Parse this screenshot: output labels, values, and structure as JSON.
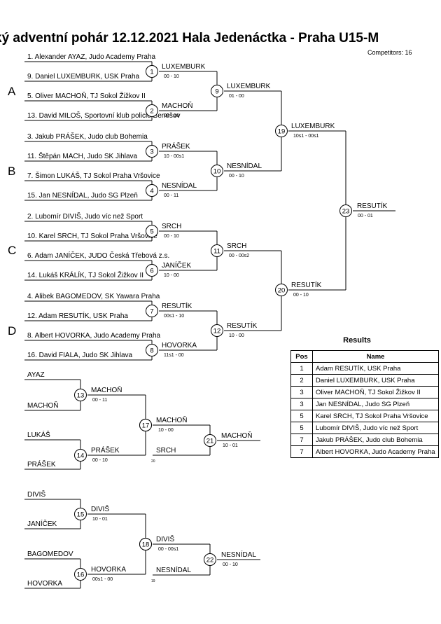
{
  "header": {
    "title": "ký adventní pohár  12.12.2021  Hala Jedenáctka - Praha   U15-M",
    "competitors": "Competitors: 16"
  },
  "pools": [
    "A",
    "B",
    "C",
    "D"
  ],
  "entries": [
    "1. Alexander AYAZ, Judo Academy Praha",
    "9. Daniel LUXEMBURK, USK Praha",
    "5. Oliver MACHOŇ, TJ Sokol Žižkov II",
    "13. David MILOŠ, Sportovní klub policie Benešov",
    "3. Jakub PRÁŠEK, Judo club Bohemia",
    "11. Štěpán MACH, Judo SK Jihlava",
    "7. Šimon LUKÁŠ, TJ Sokol Praha Vršovice",
    "15. Jan NESNÍDAL, Judo SG Plzeň",
    "2. Lubomír DIVIŠ, Judo víc než Sport",
    "10. Karel SRCH, TJ Sokol Praha Vršovice",
    "6. Adam JANÍČEK, JUDO Česká Třebová z.s.",
    "14. Lukáš KRÁLÍK, TJ Sokol Žižkov II",
    "4. Alibek BAGOMEDOV, SK Yawara Praha",
    "12. Adam RESUTÍK, USK Praha",
    "8. Albert HOVORKA, Judo Academy Praha",
    "16. David FIALA, Judo SK Jihlava"
  ],
  "matches": [
    {
      "num": "1",
      "winner": "LUXEMBURK",
      "score": "00 - 10"
    },
    {
      "num": "2",
      "winner": "MACHOŇ",
      "score": "00 - 10"
    },
    {
      "num": "3",
      "winner": "PRÁŠEK",
      "score": "10 - 00s1"
    },
    {
      "num": "4",
      "winner": "NESNÍDAL",
      "score": "00 - 11"
    },
    {
      "num": "5",
      "winner": "SRCH",
      "score": "00 - 10"
    },
    {
      "num": "6",
      "winner": "JANÍČEK",
      "score": "10 - 00"
    },
    {
      "num": "7",
      "winner": "RESUTÍK",
      "score": "00s1 - 10"
    },
    {
      "num": "8",
      "winner": "HOVORKA",
      "score": "11s1 - 00"
    },
    {
      "num": "9",
      "winner": "LUXEMBURK",
      "score": "01 - 00"
    },
    {
      "num": "10",
      "winner": "NESNÍDAL",
      "score": "00 - 10"
    },
    {
      "num": "11",
      "winner": "SRCH",
      "score": "00 - 00s2"
    },
    {
      "num": "12",
      "winner": "RESUTÍK",
      "score": "10 - 00"
    },
    {
      "num": "19",
      "winner": "LUXEMBURK",
      "score": "10s1 - 00s1"
    },
    {
      "num": "20",
      "winner": "RESUTÍK",
      "score": "00 - 10"
    },
    {
      "num": "23",
      "winner": "RESUTÍK",
      "score": "00 - 01"
    }
  ],
  "repechage": {
    "entries": [
      "AYAZ",
      "MACHOŇ",
      "LUKÁŠ",
      "PRÁŠEK",
      "DIVIŠ",
      "JANÍČEK",
      "BAGOMEDOV",
      "HOVORKA"
    ],
    "matches": [
      {
        "num": "13",
        "winner": "MACHOŇ",
        "score": "00 - 11"
      },
      {
        "num": "14",
        "winner": "PRÁŠEK",
        "score": "00 - 10"
      },
      {
        "num": "17",
        "winner": "MACHOŇ",
        "score": "10 - 00"
      },
      {
        "num": "21",
        "winner": "MACHOŇ",
        "score": "10 - 01"
      },
      {
        "num": "15",
        "winner": "DIVIŠ",
        "score": "10 - 01"
      },
      {
        "num": "16",
        "winner": "HOVORKA",
        "score": "00s1 - 00"
      },
      {
        "num": "18",
        "winner": "DIVIŠ",
        "score": "00 - 00s1"
      },
      {
        "num": "22",
        "winner": "NESNÍDAL",
        "score": "00 - 10"
      }
    ],
    "feeders": [
      {
        "name": "SRCH",
        "ref": "20"
      },
      {
        "name": "NESNÍDAL",
        "ref": "19"
      }
    ]
  },
  "results": {
    "title": "Results",
    "headers": {
      "pos": "Pos",
      "name": "Name"
    },
    "rows": [
      {
        "pos": "1",
        "name": "Adam RESUTÍK, USK Praha"
      },
      {
        "pos": "2",
        "name": "Daniel LUXEMBURK, USK Praha"
      },
      {
        "pos": "3",
        "name": "Oliver MACHOŇ, TJ Sokol Žižkov II"
      },
      {
        "pos": "3",
        "name": "Jan NESNÍDAL, Judo SG Plzeň"
      },
      {
        "pos": "5",
        "name": "Karel SRCH, TJ Sokol Praha Vršovice"
      },
      {
        "pos": "5",
        "name": "Lubomír DIVIŠ, Judo víc než Sport"
      },
      {
        "pos": "7",
        "name": "Jakub PRÁŠEK, Judo club Bohemia"
      },
      {
        "pos": "7",
        "name": "Albert HOVORKA, Judo Academy Praha"
      }
    ]
  }
}
